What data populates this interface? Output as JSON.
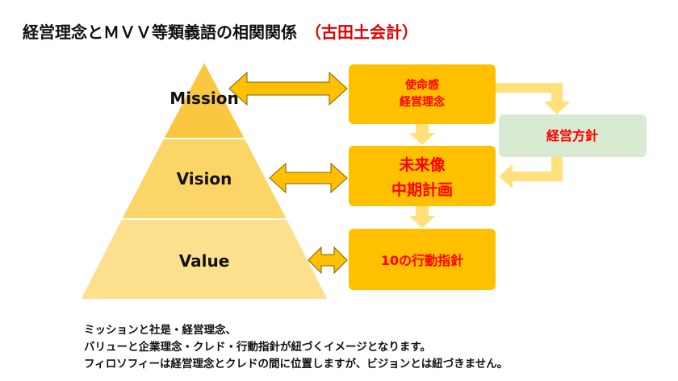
{
  "title": "経営理念とＭＶＶ等類義語の相関関係",
  "title_note": "（古田土会計）",
  "pyramid": {
    "mission": "Mission",
    "vision": "Vision",
    "value": "Value"
  },
  "boxes": {
    "mission_line1": "使命感",
    "mission_line2": "経営理念",
    "vision_line1": "未来像",
    "vision_line2": "中期計画",
    "value": "10の行動指針",
    "policy": "経営方針"
  },
  "colors": {
    "pyramid_top": "#f9c740",
    "pyramid_mid": "#fbd568",
    "pyramid_bottom": "#fce08e",
    "box": "#ffc000",
    "box_text": "#ff0000",
    "policy_box": "#d9ead3",
    "policy_text": "#ff0000",
    "flow_arrow": "#ffe07a"
  },
  "notes": [
    "ミッションと社是・経営理念、",
    "バリューと企業理念・クレド・行動指針が紐づくイメージとなります。",
    "フィロソフィーは経営理念とクレドの間に位置しますが、ビジョンとは紐づきません。"
  ]
}
